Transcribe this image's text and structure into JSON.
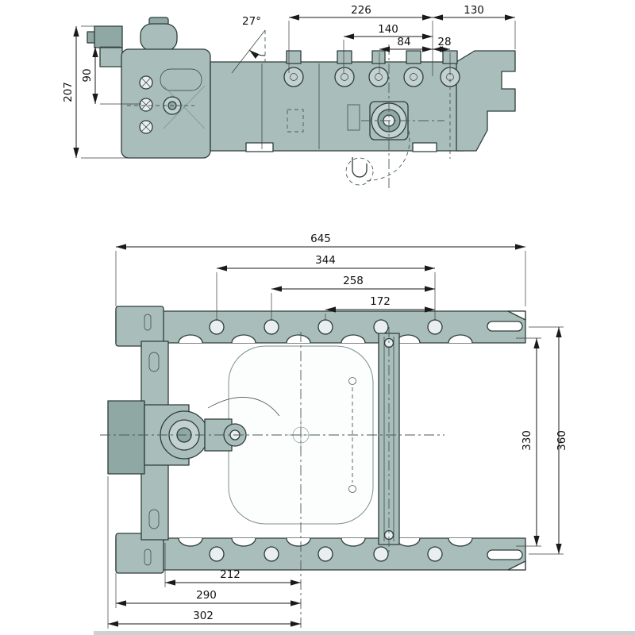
{
  "colors": {
    "bg": "#ffffff",
    "part_fill": "#a9beba",
    "part_mid": "#8fa8a3",
    "part_light": "#c3d2cf",
    "part_pale": "#e8efee",
    "outline": "#2e3d3a",
    "dim": "#1a1a1a",
    "centerline": "#4a5a56"
  },
  "side_view": {
    "dims": {
      "w226": "226",
      "w130": "130",
      "w140": "140",
      "w84": "84",
      "w28": "28",
      "angle27": "27°",
      "h207": "207",
      "h90": "90"
    }
  },
  "plan_view": {
    "dims": {
      "w645": "645",
      "w344": "344",
      "w258": "258",
      "w172": "172",
      "h360": "360",
      "h330": "330",
      "b212": "212",
      "b290": "290",
      "b302": "302"
    }
  }
}
